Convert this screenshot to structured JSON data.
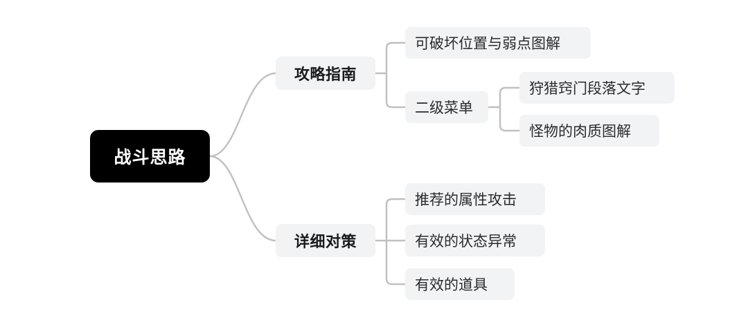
{
  "diagram": {
    "type": "mind-map",
    "title": "战斗思路",
    "background_color": "#ffffff",
    "connector_color": "#c0c0c0",
    "root": {
      "label": "战斗思路",
      "background_color": "#000000",
      "text_color": "#ffffff"
    },
    "branches": [
      {
        "label": "攻略指南",
        "background_color": "#f2f3f5",
        "text_color": "#1b1b1b",
        "children": [
          {
            "label": "可破坏位置与弱点图解",
            "background_color": "#f2f3f5",
            "text_color": "#2b2b2b",
            "children": []
          },
          {
            "label": "二级菜单",
            "background_color": "#f2f3f5",
            "text_color": "#2b2b2b",
            "children": [
              {
                "label": "狩猎窍门段落文字",
                "background_color": "#f2f3f5",
                "text_color": "#2b2b2b"
              },
              {
                "label": "怪物的肉质图解",
                "background_color": "#f2f3f5",
                "text_color": "#2b2b2b"
              }
            ]
          }
        ]
      },
      {
        "label": "详细对策",
        "background_color": "#f2f3f5",
        "text_color": "#1b1b1b",
        "children": [
          {
            "label": "推荐的属性攻击",
            "background_color": "#f2f3f5",
            "text_color": "#2b2b2b",
            "children": []
          },
          {
            "label": "有效的状态异常",
            "background_color": "#f2f3f5",
            "text_color": "#2b2b2b",
            "children": []
          },
          {
            "label": "有效的道具",
            "background_color": "#f2f3f5",
            "text_color": "#2b2b2b",
            "children": []
          }
        ]
      }
    ]
  }
}
